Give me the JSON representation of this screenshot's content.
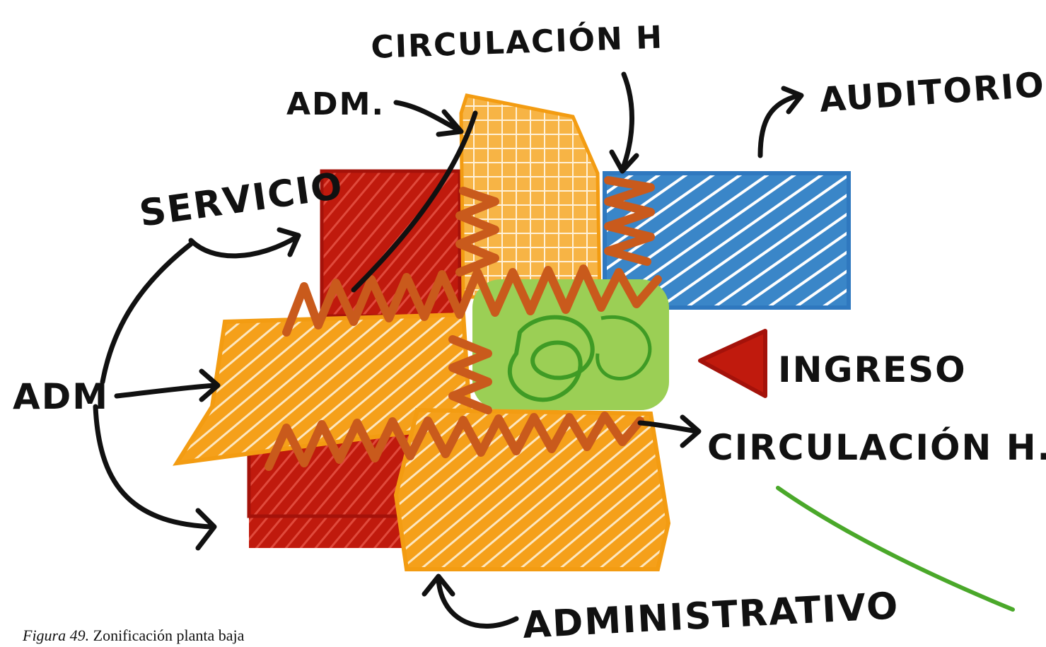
{
  "labels": {
    "circ_top": "CIRCULACIÓN H",
    "adm_top": "ADM.",
    "auditorio": "AUDITORIO",
    "servicio": "SERVICIO",
    "adm_left": "ADM",
    "ingreso": "INGRESO",
    "circ_right": "CIRCULACIÓN H.",
    "administrativo": "ADMINISTRATIVO"
  },
  "caption": {
    "figure_number": "Figura 49.",
    "text": "Zonificación planta baja"
  },
  "colors": {
    "servicio_red": "#c01a0d",
    "administrativo_orange": "#f5a01a",
    "circulacion_rust": "#c95a1c",
    "auditorio_blue": "#3a86c8",
    "green_core": "#8cc63f",
    "green_line": "#4aa82a",
    "ingreso_red": "#c01a0d",
    "ink": "#111111"
  }
}
